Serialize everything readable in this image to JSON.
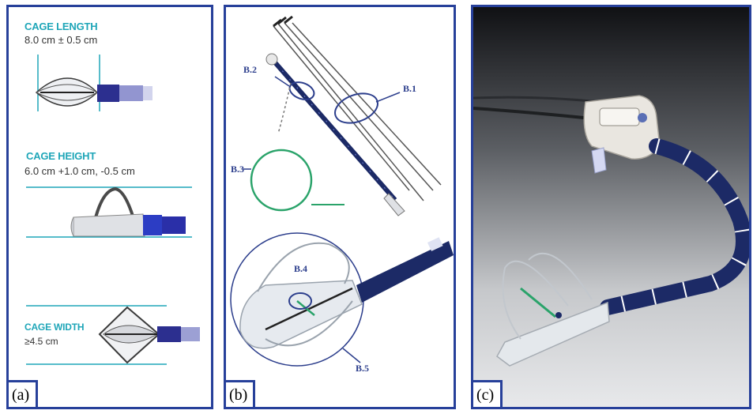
{
  "panel_a": {
    "length_title": "CAGE LENGTH",
    "length_value": "8.0 cm ± 0.5 cm",
    "height_title": "CAGE HEIGHT",
    "height_value": "6.0 cm +1.0 cm, -0.5 cm",
    "width_title": "CAGE WIDTH",
    "width_value": "≥4.5 cm",
    "tag": "(a)"
  },
  "panel_b": {
    "labels": [
      "B.1",
      "B.2",
      "B.3",
      "B.4",
      "B.5"
    ],
    "tag": "(b)"
  },
  "panel_c": {
    "tag": "(c)"
  },
  "colors": {
    "frame": "#27409a",
    "dimension_teal": "#1fa6b8",
    "scope_navy": "#1c2a66",
    "guide_green": "#2aa36a"
  }
}
